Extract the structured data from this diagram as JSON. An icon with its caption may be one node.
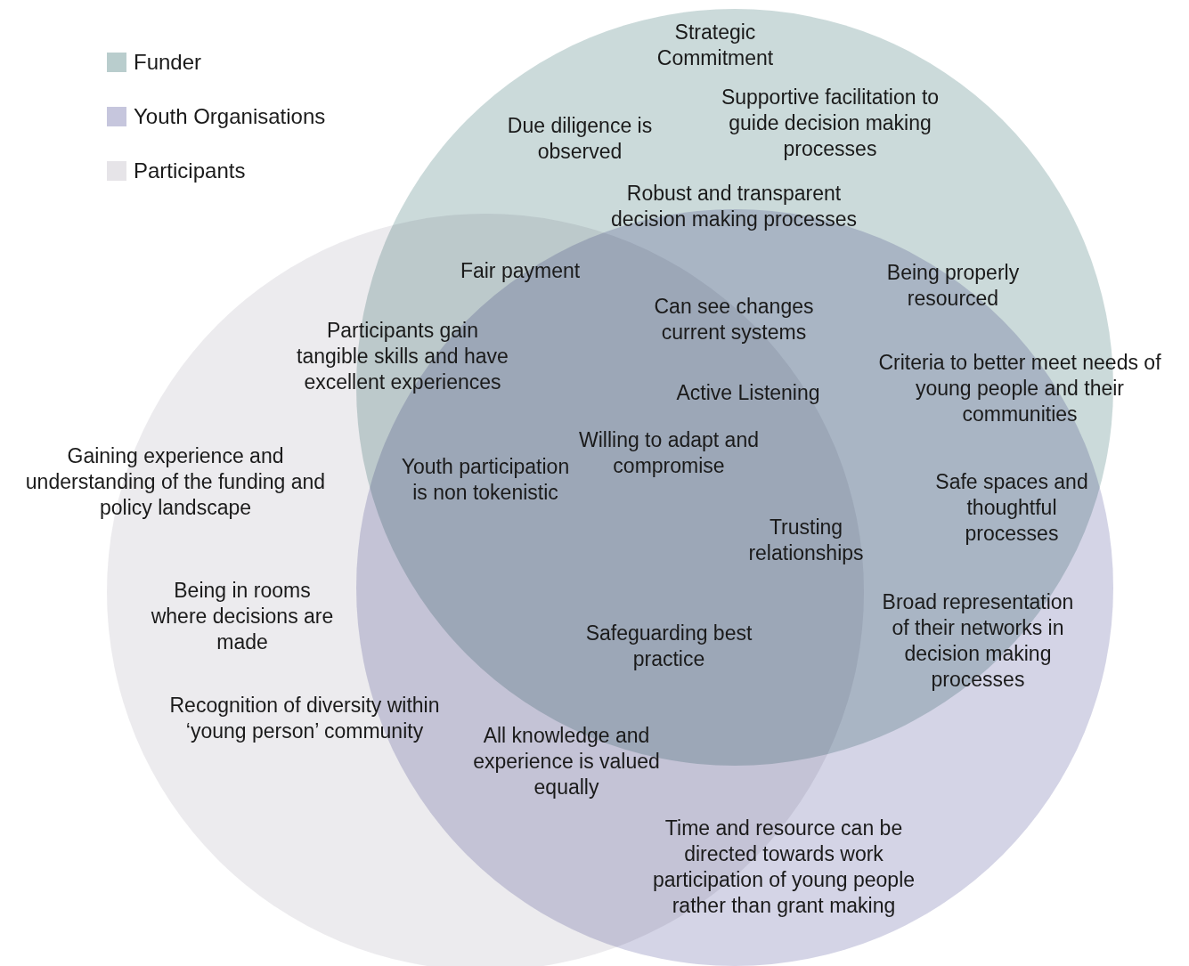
{
  "diagram": {
    "labels": [
      "Strategic Commitment",
      "Supportive facilitation to guide decision making processes",
      "Due diligence is observed",
      "Robust and transparent decision making processes",
      "Fair payment",
      "Being properly resourced",
      "Can see changes current systems",
      "Participants gain tangible skills and have excellent experiences",
      "Criteria to better meet needs of young people and their communities",
      "Active Listening",
      "Willing to adapt and compromise",
      "Gaining experience and understanding of the funding and policy landscape",
      "Youth participation is non tokenistic",
      "Safe spaces and thoughtful processes",
      "Trusting relationships",
      "Being in rooms where decisions are made",
      "Broad representation of their networks in decision making processes",
      "Safeguarding best practice",
      "Recognition of diversity within ‘young person’ community",
      "All knowledge and experience is valued equally",
      "Time and resource can be directed towards work participation of young people rather than grant making"
    ],
    "legend": [
      {
        "text": "Funder",
        "color": "#b9cdcd"
      },
      {
        "text": "Youth Organisations",
        "color": "#c6c6dd"
      },
      {
        "text": "Participants",
        "color": "#e6e4e8"
      }
    ]
  }
}
